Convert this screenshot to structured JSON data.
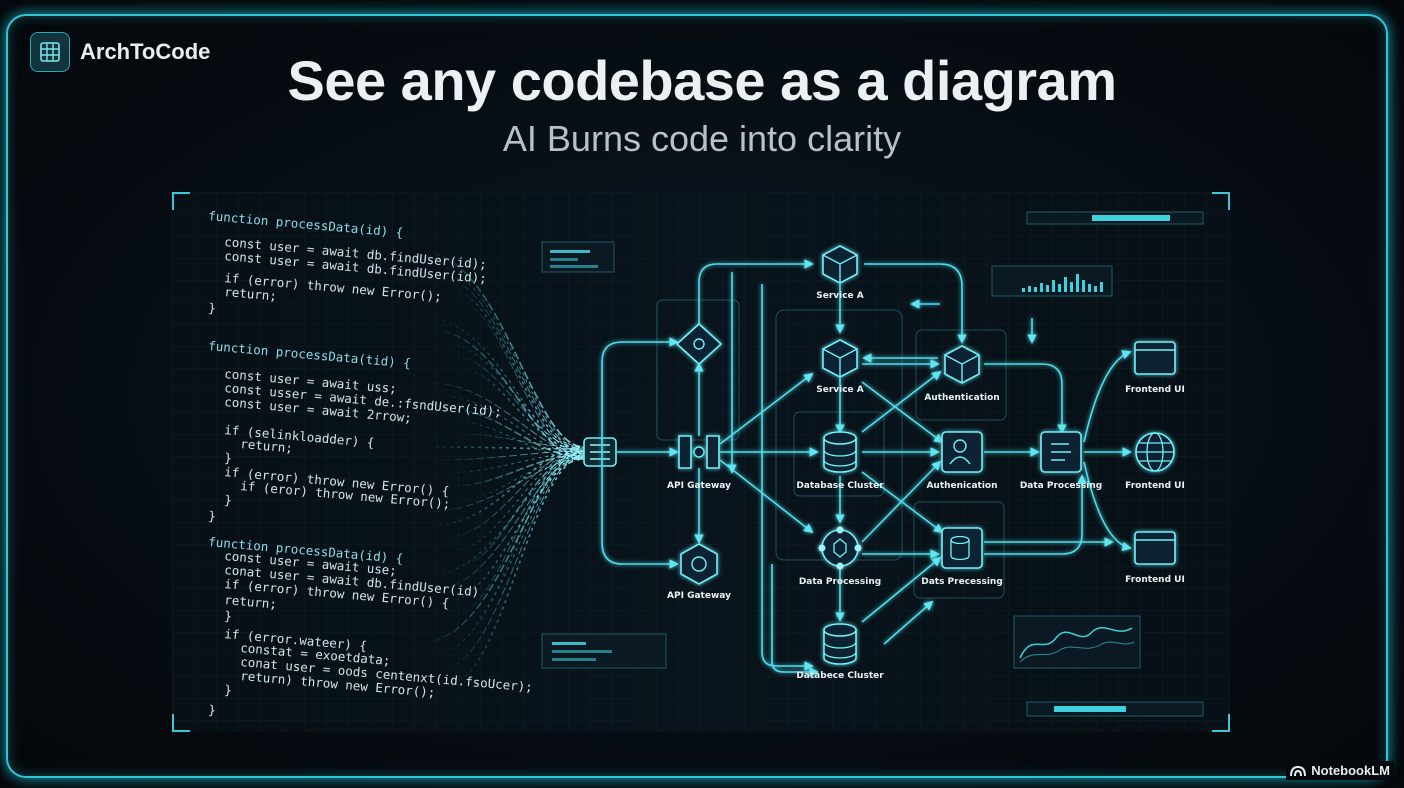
{
  "brand": {
    "name": "ArchToCode",
    "icon": "grid-icon"
  },
  "title": "See any codebase as a diagram",
  "subtitle": "AI Burns code into clarity",
  "code_lines": [
    "function processData(id) {",
    "const user = await db.findUser(id);",
    "const user = await db.findUser(id);",
    "if (error) throw new Error();",
    "return;",
    "}",
    "function processData(tid) {",
    "const user = await uss;",
    "const usser = await de.:fsndUser(id);",
    "const user = await 2rrow;",
    "if (selinkloadder) {",
    "return;",
    "}",
    "if (error) throw new Error() {",
    "if (eror) throw new Error();",
    "}",
    "}",
    "function processData(id) {",
    "const user = await use;",
    "conat user = await db.findUser(id)",
    "if (error) throw new Error() {",
    "return;",
    "}",
    "if (error.wateer) {",
    "constat = exoetdata;",
    "conat user = oods centenxt(id.fsoUcer);",
    "return) throw new Error();",
    "}",
    "}"
  ],
  "nodes": {
    "service_a_top": "Service A",
    "service_a": "Service A",
    "authentication_top": "Authentication",
    "frontend_ui_top": "Frontend UI",
    "api_gateway_mid": "API Gateway",
    "database_cluster_mid": "Database Cluster",
    "authentication_mid": "Authenication",
    "data_processing_right": "Data Processing",
    "frontend_ui_mid": "Frontend UI",
    "api_gateway_low": "API Gateway",
    "data_processing_low": "Data Processing",
    "data_processing_alt": "Dats Precessing",
    "frontend_ui_low": "Frontend UI",
    "database_cluster_low": "Databece Cluster"
  },
  "colors": {
    "accent": "#39d3e3",
    "background": "#060b11",
    "text": "#ecf0f2"
  },
  "footer": {
    "label": "NotebookLM",
    "icon": "notebooklm-icon"
  }
}
